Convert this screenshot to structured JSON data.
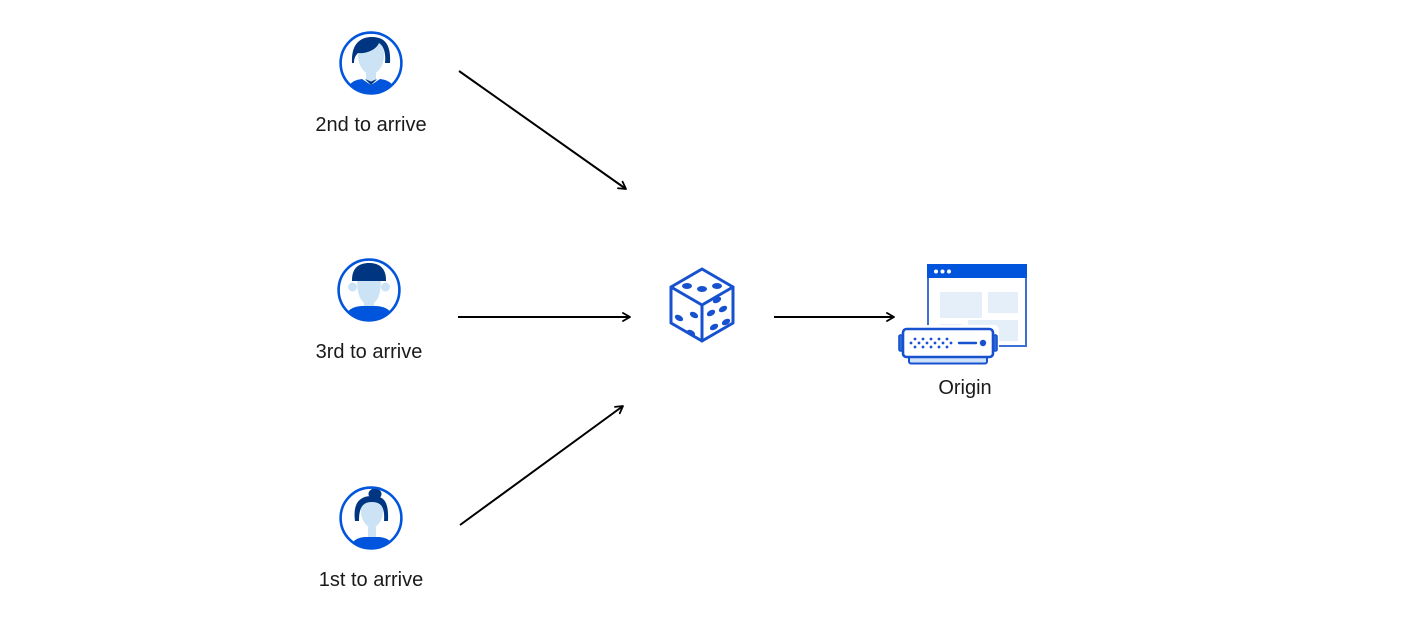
{
  "diagram": {
    "visitors": [
      {
        "id": "visitor-2nd",
        "label": "2nd to arrive",
        "icon": "avatar-man-swept-hair-icon"
      },
      {
        "id": "visitor-3rd",
        "label": "3rd to arrive",
        "icon": "avatar-man-short-hair-icon"
      },
      {
        "id": "visitor-1st",
        "label": "1st to arrive",
        "icon": "avatar-woman-bun-icon"
      }
    ],
    "selector": {
      "id": "random-dice",
      "icon": "dice-icon"
    },
    "origin": {
      "id": "origin",
      "label": "Origin",
      "icon": "origin-server-browser-icon"
    },
    "arrows": [
      {
        "from": "visitor-2nd",
        "to": "random-dice"
      },
      {
        "from": "visitor-3rd",
        "to": "random-dice"
      },
      {
        "from": "visitor-1st",
        "to": "random-dice"
      },
      {
        "from": "random-dice",
        "to": "origin"
      }
    ]
  },
  "colors": {
    "background": "#ffffff",
    "primary_blue": "#0055dc",
    "dark_navy": "#003681",
    "face_blue": "#cbe3f5",
    "icon_blue": "#1751d0",
    "window_border": "#3b6fd4",
    "panel_light": "#e5effa",
    "server_base": "#cfe2fa",
    "tab_fill": "#2f6bdb",
    "arrow_black": "#000000",
    "text_color": "#1a1a1a"
  }
}
